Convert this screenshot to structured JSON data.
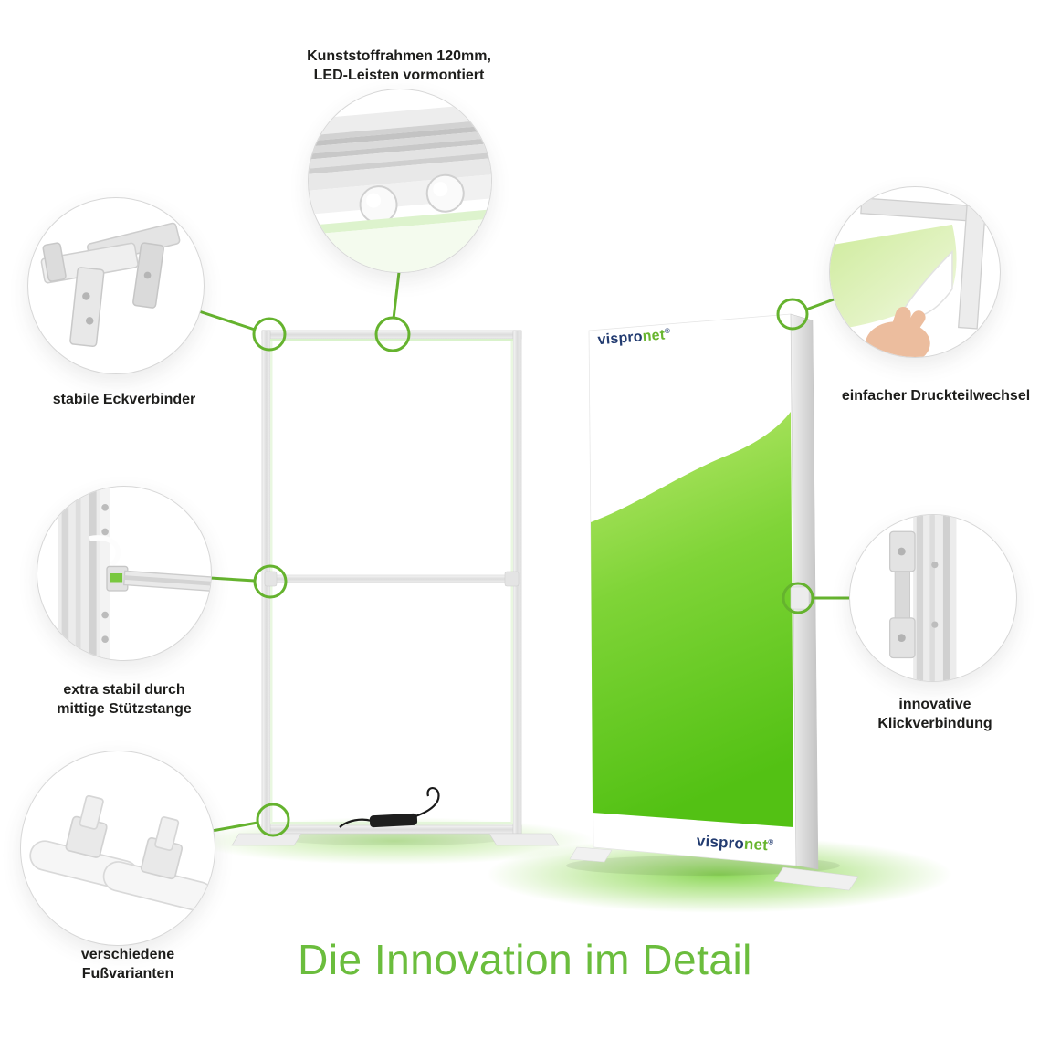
{
  "page": {
    "title": "Die Innovation im Detail"
  },
  "brand": {
    "part1": "vispro",
    "part2": "net",
    "reg": "®"
  },
  "callouts": {
    "led": {
      "line1": "Kunststoffrahmen 120mm,",
      "line2": "LED-Leisten vormontiert",
      "icon": "led-strip-closeup"
    },
    "corner": {
      "line1": "stabile Eckverbinder",
      "icon": "corner-connector-closeup"
    },
    "support": {
      "line1": "extra stabil durch",
      "line2": "mittige Stützstange",
      "icon": "support-bar-closeup"
    },
    "feet": {
      "line1": "verschiedene",
      "line2": "Fußvarianten",
      "icon": "foot-variants-closeup"
    },
    "print": {
      "line1": "einfacher Druckteilwechsel",
      "icon": "print-change-closeup"
    },
    "click": {
      "line1": "innovative",
      "line2": "Klickverbindung",
      "icon": "click-connection-closeup"
    }
  },
  "colors": {
    "accent_green": "#65b32e",
    "title_green": "#6bbd3d",
    "logo_navy": "#223b70",
    "logo_green": "#68b52f",
    "panel_green_top": "#bce96f",
    "panel_green_bottom": "#53c114"
  }
}
